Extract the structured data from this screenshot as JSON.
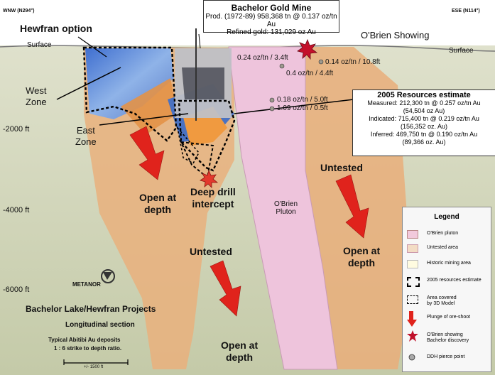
{
  "header": {
    "left_bearing": "WNW (N294°)",
    "right_bearing": "ESE (N114°)"
  },
  "mine_box": {
    "title": "Bachelor Gold Mine",
    "line1": "Prod. (1972-89) 958,368 tn @ 0.137 oz/tn Au",
    "line2": "Refined gold: 131,029 oz Au"
  },
  "labels": {
    "hewfran_option": "Hewfran option",
    "surface_left": "Surface",
    "surface_right": "Surface",
    "obrien_showing": "O'Brien Showing",
    "west_zone": "West\nZone",
    "east_zone": "East\nZone",
    "open_depth_left": "Open at\ndepth",
    "deep_drill": "Deep drill\nintercept",
    "untested_center": "Untested",
    "untested_right": "Untested",
    "open_depth_center": "Open at\ndepth",
    "open_depth_right": "Open at\ndepth",
    "obrien_pluton": "O'Brien\nPluton",
    "logo": "METANOR",
    "project_title": "Bachelor Lake/Hewfran Projects",
    "project_subtitle": "Longitudinal section",
    "project_note1": "Typical Abitibi Au deposits",
    "project_note2": "1 : 6 strike to depth ratio.",
    "scale": "+/- 1500 ft"
  },
  "depth_labels": [
    "-2000 ft",
    "-4000 ft",
    "-6000 ft"
  ],
  "grades": [
    "0.24 oz/tn / 3.4ft",
    "0.14 oz/tn / 10.8ft",
    "0.4 oz/tn / 4.4ft",
    "0.18 oz/tn / 5.0ft",
    "1.09 oz/tn / 0.5ft"
  ],
  "resources": {
    "title": "2005 Resources estimate",
    "measured": "Measured: 212,300 tn @ 0.257 oz/tn Au",
    "measured_oz": "(54,504 oz Au)",
    "indicated": "Indicated: 715,400 tn @ 0.219 oz/tn Au",
    "indicated_oz": "(156,352 oz. Au)",
    "inferred": "Inferred: 469,750 tn @ 0.190 oz/tn Au",
    "inferred_oz": "(89,366 oz. Au)"
  },
  "legend": {
    "title": "Legend",
    "items": [
      {
        "label": "O'Brien pluton",
        "color": "#f2c9dc"
      },
      {
        "label": "Untested area",
        "color": "#f3dcc4"
      },
      {
        "label": "Historic mining area",
        "color": "#fffbe0"
      },
      {
        "label": "2005 resources estimate",
        "color": "#ffffff"
      },
      {
        "label": "Area covered\nby 3D Model",
        "color": "#ffffff"
      },
      {
        "label": "Plunge of ore-shoot",
        "color": "#e02b20"
      },
      {
        "label": "O'Brien showing\nBachelor discovery",
        "color": "#c0102a"
      },
      {
        "label": "DDH pierce point",
        "color": "#aaaaaa"
      }
    ]
  },
  "colors": {
    "sky": "#ffffff",
    "ground_top": "#d4d7bd",
    "ground_bottom": "#c7cdae",
    "orange": "#e8a35f",
    "pluton": "#ecbcd6",
    "arrow": "#e0231c",
    "blue": "#4f78c9"
  }
}
